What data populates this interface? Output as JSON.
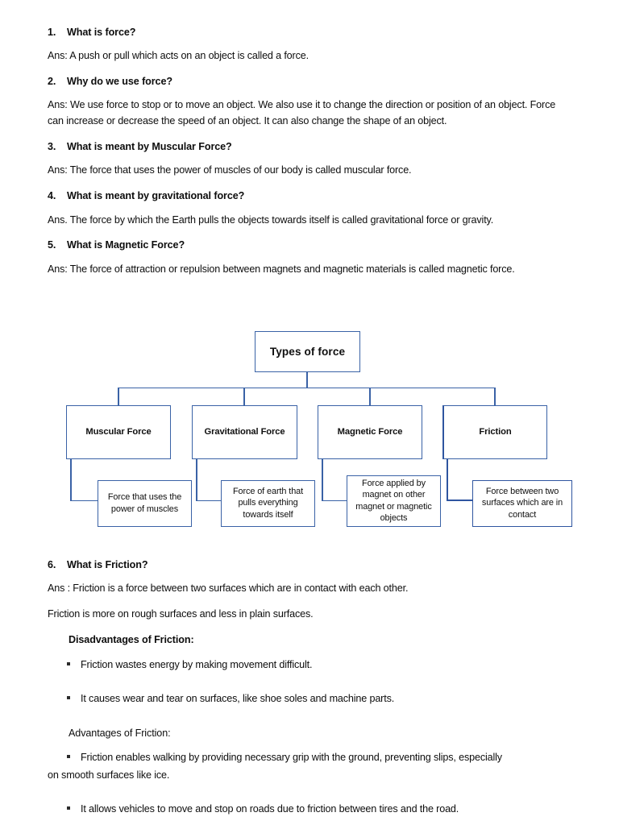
{
  "document": {
    "qa": [
      {
        "num": "1.",
        "question": "What is force?",
        "answer": "Ans:  A push or pull which acts on an object is called a force."
      },
      {
        "num": "2.",
        "question": "Why do we use force?",
        "answer": "Ans: We use force to stop or to move an object. We also use it to change the direction or position of an object. Force can increase or decrease the speed of an object. It can also change the shape of an object."
      },
      {
        "num": "3.",
        "question": "What is meant by Muscular Force?",
        "answer": "Ans: The force that uses the power of muscles of our body is called muscular force."
      },
      {
        "num": "4.",
        "question": "What is meant by gravitational force?",
        "answer": "Ans. The force by which the Earth pulls the objects towards itself is called gravitational force or gravity."
      },
      {
        "num": "5.",
        "question": "What is Magnetic Force?",
        "answer": "Ans: The force of attraction or repulsion between magnets and magnetic materials is called magnetic force."
      }
    ],
    "friction_section": {
      "num": "6.",
      "question": "What is Friction?",
      "answer1": "Ans : Friction is a force between two surfaces which are in contact with each other.",
      "answer2": "Friction is more on rough surfaces and less in plain surfaces.",
      "disadvantages_heading": "Disadvantages of Friction:",
      "disadvantages": [
        "Friction wastes energy by making movement difficult.",
        "It causes wear and tear on surfaces, like shoe soles and machine parts."
      ],
      "advantages_heading": "Advantages of Friction:",
      "advantages": [
        {
          "line1": "Friction enables walking by providing necessary grip with the ground, preventing slips, especially",
          "line2": "on smooth surfaces like ice."
        },
        {
          "line1": "It allows vehicles to move and stop on roads due to friction between tires and the road.",
          "line2": ""
        }
      ]
    }
  },
  "diagram": {
    "title": "Types of force",
    "border_color": "#3a62a6",
    "accent_color": "#2f55a0",
    "categories": [
      {
        "label": "Muscular Force",
        "description": "Force that uses the power of muscles"
      },
      {
        "label": "Gravitational Force",
        "description": "Force of earth that pulls everything towards itself"
      },
      {
        "label": "Magnetic Force",
        "description": "Force applied by magnet on other magnet or magnetic objects"
      },
      {
        "label": "Friction",
        "description": "Force between two surfaces which are in contact"
      }
    ]
  }
}
